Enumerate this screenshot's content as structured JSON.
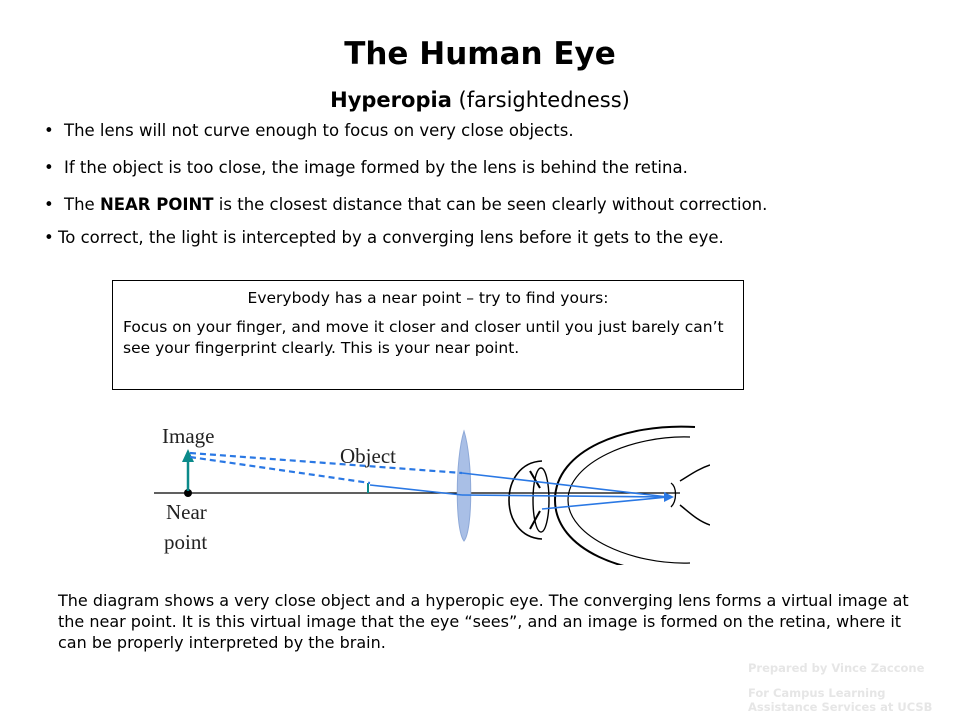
{
  "header": {
    "title": "The Human Eye",
    "subtitle_bold": "Hyperopia",
    "subtitle_rest": " (farsightedness)"
  },
  "bullets": [
    {
      "pre": "The lens will not curve enough to focus on very close objects.",
      "bold": "",
      "post": ""
    },
    {
      "pre": "If the object is too close, the image formed by the lens is behind the retina.",
      "bold": "",
      "post": ""
    },
    {
      "pre": "The ",
      "bold": "NEAR POINT",
      "post": " is the closest distance that can be seen clearly without correction."
    },
    {
      "pre": "To correct, the light is intercepted by a converging lens before it gets to the eye.",
      "bold": "",
      "post": ""
    }
  ],
  "callout": {
    "title": "Everybody has a near point – try to find yours:",
    "body": "Focus on your finger, and move it closer and closer until you just barely can’t see your fingerprint clearly.  This is your near point."
  },
  "diagram": {
    "labels": {
      "image": "Image",
      "object": "Object",
      "near": "Near",
      "point": "point"
    },
    "colors": {
      "ray": "#2a78e4",
      "arrow": "#0b8a8a",
      "lens": "#a9bfe6",
      "axis": "#000000"
    }
  },
  "caption": "The diagram shows a very close object and a hyperopic eye.  The converging lens forms a virtual image at the near point.  It is this virtual image that the eye “sees”, and an image is formed on the retina, where it can be properly interpreted by the brain.",
  "credit": {
    "line1": "Prepared by Vince Zaccone",
    "line2": "For Campus Learning",
    "line3": "Assistance Services at UCSB"
  }
}
